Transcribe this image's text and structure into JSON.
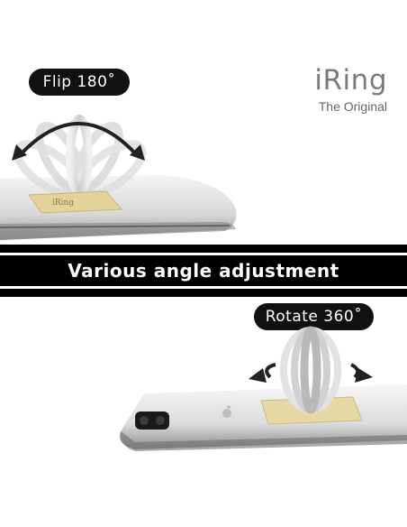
{
  "labels": {
    "flip": "Flip 180˚",
    "rotate": "Rotate 360˚"
  },
  "brand": {
    "name": "iRing",
    "tagline": "The Original"
  },
  "banner": {
    "text": "Various angle adjustment"
  },
  "product": {
    "plate_logo": "iRing"
  },
  "colors": {
    "pill": "#111111",
    "banner": "#000000",
    "brand_text": "#7a7a7a",
    "plate_gold": "#e3d39a",
    "phone_silver": "#dcdcdc"
  },
  "icons": {
    "flip_arrow": "curved-double-arrow-icon",
    "rotate_arrows": "rotation-arrows-icon",
    "apple_logo": "apple-logo-icon"
  }
}
